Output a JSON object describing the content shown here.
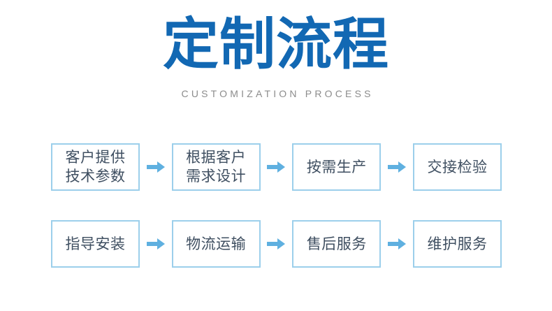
{
  "header": {
    "title": "定制流程",
    "subtitle": "CUSTOMIZATION PROCESS"
  },
  "colors": {
    "background": "#ffffff",
    "title_blue": "#1268b3",
    "box_border_blue": "#9ccfeb",
    "arrow_blue": "#5fb0e0",
    "box_text": "#3f4f61",
    "subtitle_gray": "#8c8c8c"
  },
  "flow": {
    "arrow_icon": "arrow-right-icon",
    "rows": [
      {
        "steps": [
          {
            "lines": [
              "客户提供",
              "技术参数"
            ]
          },
          {
            "lines": [
              "根据客户",
              "需求设计"
            ]
          },
          {
            "lines": [
              "按需生产"
            ]
          },
          {
            "lines": [
              "交接检验"
            ]
          }
        ]
      },
      {
        "steps": [
          {
            "lines": [
              "指导安装"
            ]
          },
          {
            "lines": [
              "物流运输"
            ]
          },
          {
            "lines": [
              "售后服务"
            ]
          },
          {
            "lines": [
              "维护服务"
            ]
          }
        ]
      }
    ]
  }
}
